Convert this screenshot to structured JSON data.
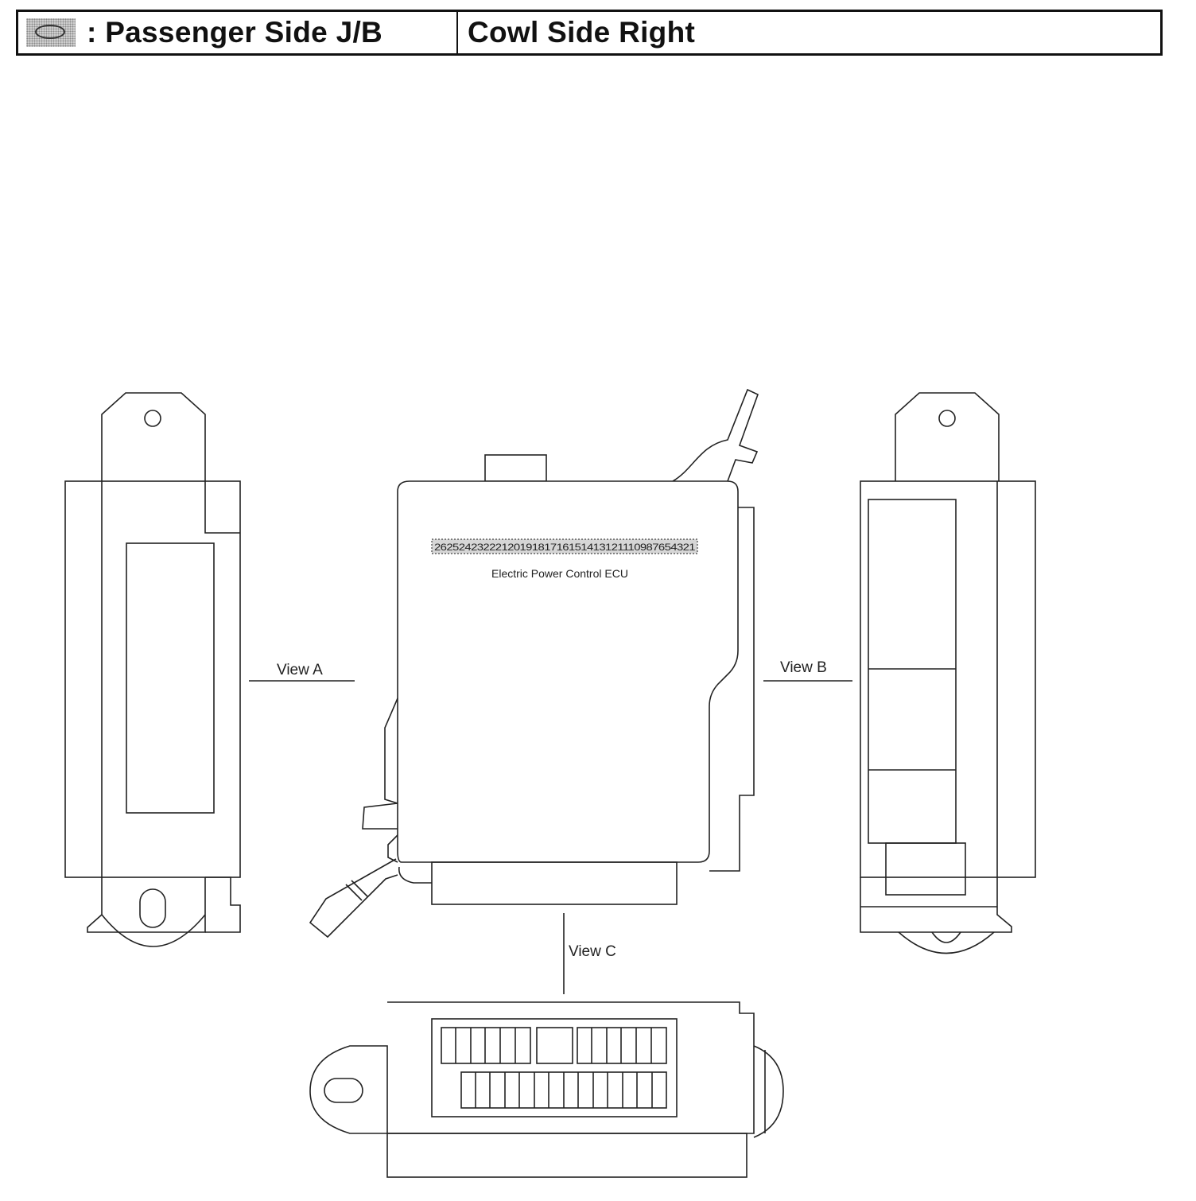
{
  "header": {
    "legend_icon": "connector-ellipse-icon",
    "location_label": ": Passenger Side J/B",
    "position_label": "Cowl Side Right"
  },
  "diagram": {
    "component_label": "Electric Power Control ECU",
    "pin_strip_text": "2625242322212019181716151413121110987654321",
    "view_a_label": "View A",
    "view_b_label": "View B",
    "view_c_label": "View C"
  }
}
